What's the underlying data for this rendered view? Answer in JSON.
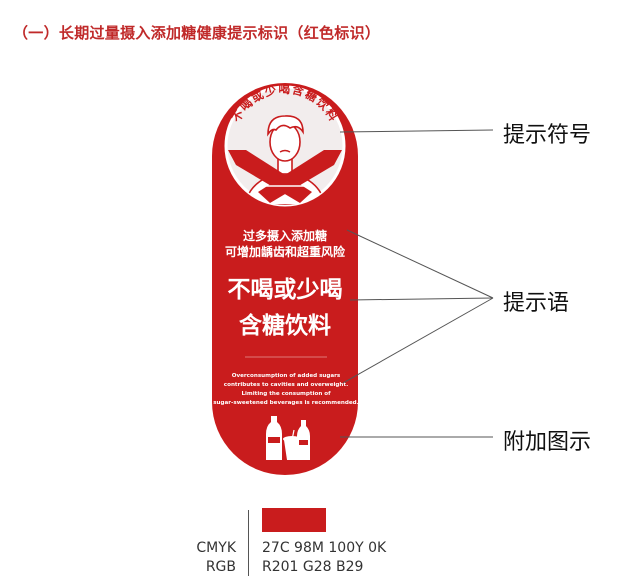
{
  "heading": "（一）长期过量摄入添加糖健康提示标识（红色标识）",
  "label": {
    "circle_text": "不喝或少喝含糖饮料",
    "line1": "过多摄入添加糖",
    "line2": "可增加龋齿和超重风险",
    "main1": "不喝或少喝",
    "main2": "含糖饮料",
    "en1": "Overconsumption of added sugars",
    "en2": "contributes to cavities and overweight.",
    "en3": "Limiting the consumption of",
    "en4": "sugar-sweetened beverages is recommended."
  },
  "callouts": {
    "symbol": "提示符号",
    "slogan": "提示语",
    "extra": "附加图示"
  },
  "color_spec": {
    "cmyk_label": "CMYK",
    "cmyk_value": "27C 98M 100Y 0K",
    "rgb_label": "RGB",
    "rgb_value": "R201 G28 B29",
    "swatch": "#c91c1d"
  },
  "colors": {
    "red": "#c91c1d",
    "heading": "#c02a2a",
    "circle_bg": "#f2eded"
  }
}
